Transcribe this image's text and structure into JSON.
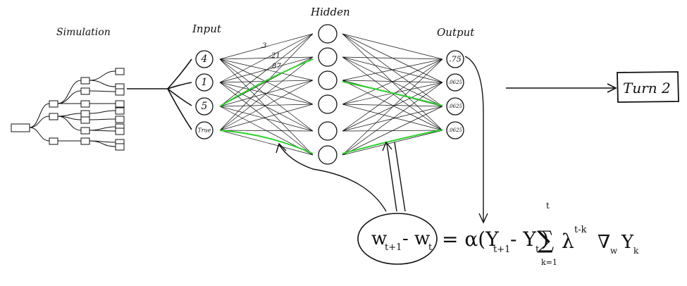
{
  "labels": {
    "simulation": "Simulation",
    "input": "Input",
    "hidden": "Hidden",
    "output": "Output",
    "turn": "Turn 2"
  },
  "inputs": [
    "4",
    "1",
    "5",
    "True"
  ],
  "outputs": [
    ".75",
    ".0625",
    ".0625",
    ".0625"
  ],
  "weights": [
    ".3",
    ".21",
    ".87"
  ],
  "equation": {
    "lhs": "w",
    "lhs_sub1": "t+1",
    "minus": "- w",
    "lhs_sub2": "t",
    "rhs_main": "= α(Y",
    "rhs_sub1": "t+1",
    "rhs_mid": "- Y",
    "rhs_sub2": "t",
    "rhs_close": ")",
    "sum": "∑",
    "sum_top": "t",
    "sum_bottom": "k=1",
    "lambda": "λ",
    "lambda_sup": "t-k",
    "grad": "∇",
    "grad_sub": "w",
    "y": "Y",
    "y_sub": "k"
  },
  "colors": {
    "ink": "#111111",
    "highlight": "#2fd12f"
  }
}
